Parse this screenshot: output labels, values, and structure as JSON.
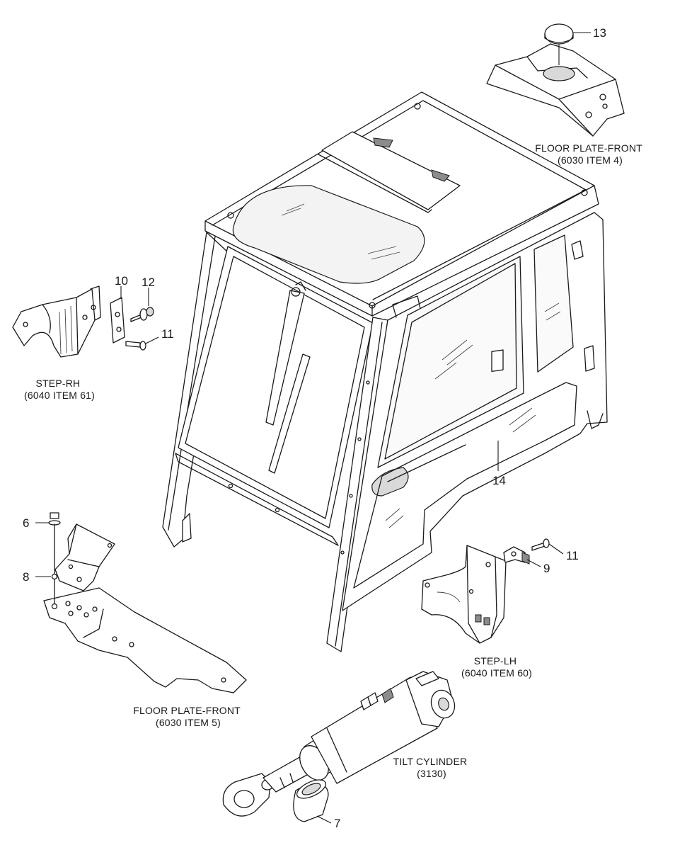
{
  "callouts": {
    "c13": "13",
    "c10": "10",
    "c12": "12",
    "c11a": "11",
    "c14": "14",
    "c6": "6",
    "c8": "8",
    "c11b": "11",
    "c9": "9",
    "c7": "7"
  },
  "labels": {
    "floor_plate_front_top": [
      "FLOOR PLATE-FRONT",
      "(6030 ITEM 4)"
    ],
    "step_rh": [
      "STEP-RH",
      "(6040 ITEM 61)"
    ],
    "floor_plate_front_bottom": [
      "FLOOR PLATE-FRONT",
      "(6030 ITEM 5)"
    ],
    "step_lh": [
      "STEP-LH",
      "(6040 ITEM 60)"
    ],
    "tilt_cylinder": [
      "TILT CYLINDER",
      "(3130)"
    ]
  }
}
